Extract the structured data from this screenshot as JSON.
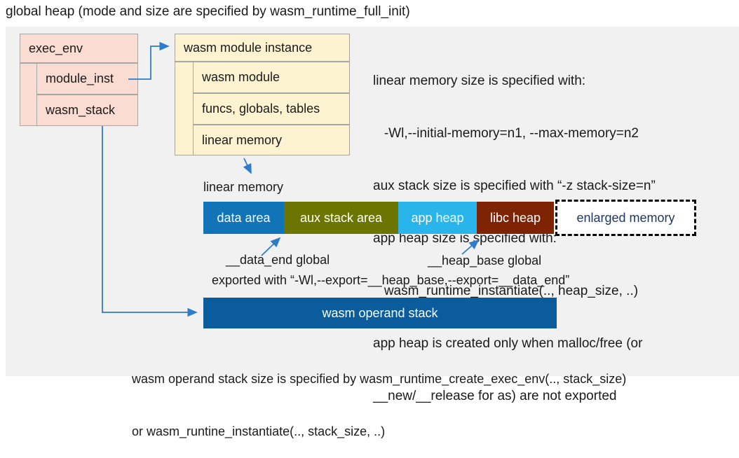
{
  "title": "global heap (mode and size are specified by wasm_runtime_full_init)",
  "exec_env": {
    "title": "exec_env",
    "fields": [
      "module_inst",
      "wasm_stack"
    ]
  },
  "module_instance": {
    "title": "wasm module instance",
    "fields": [
      "wasm module",
      "funcs, globals, tables",
      "linear memory"
    ]
  },
  "notes": {
    "lines": [
      "linear memory size is specified with:",
      "   -Wl,--initial-memory=n1, --max-memory=n2",
      "aux stack size is specified with “-z stack-size=n”",
      "app heap size is specified with:",
      "   wasm_runtime_instantiate(.., heap_size, ..)",
      "app heap is created only when malloc/free (or",
      "__new/__release for as) are not exported"
    ]
  },
  "linear_memory": {
    "label": "linear memory",
    "segments": [
      {
        "label": "data area",
        "color": "#1173b8",
        "text_color": "#ffffff"
      },
      {
        "label": "aux stack area",
        "color": "#6b7500",
        "text_color": "#ffffff"
      },
      {
        "label": "app heap",
        "color": "#29b4ec",
        "text_color": "#ffffff"
      },
      {
        "label": "libc heap",
        "color": "#7e2405",
        "text_color": "#ffffff"
      },
      {
        "label": "enlarged memory",
        "color": "#ffffff",
        "text_color": "#1f3864"
      }
    ],
    "data_end_label": "__data_end global",
    "heap_base_label": "__heap_base global",
    "export_note": "exported with “-Wl,--export=__heap_base,--export=__data_end”"
  },
  "operand_stack": {
    "label": "wasm operand stack",
    "color": "#0a5c9c",
    "note_lines": [
      "wasm operand stack size is specified by wasm_runtime_create_exec_env(.., stack_size)",
      "or wasm_runtine_instantiate(.., stack_size, ..)"
    ]
  },
  "colors": {
    "arrow": "#2e7cc9",
    "panel_background": "#f2f1f1",
    "exec_env_fill": "#fbdcd2",
    "module_instance_fill": "#fdf3d0",
    "box_border": "#a6a6a6"
  }
}
